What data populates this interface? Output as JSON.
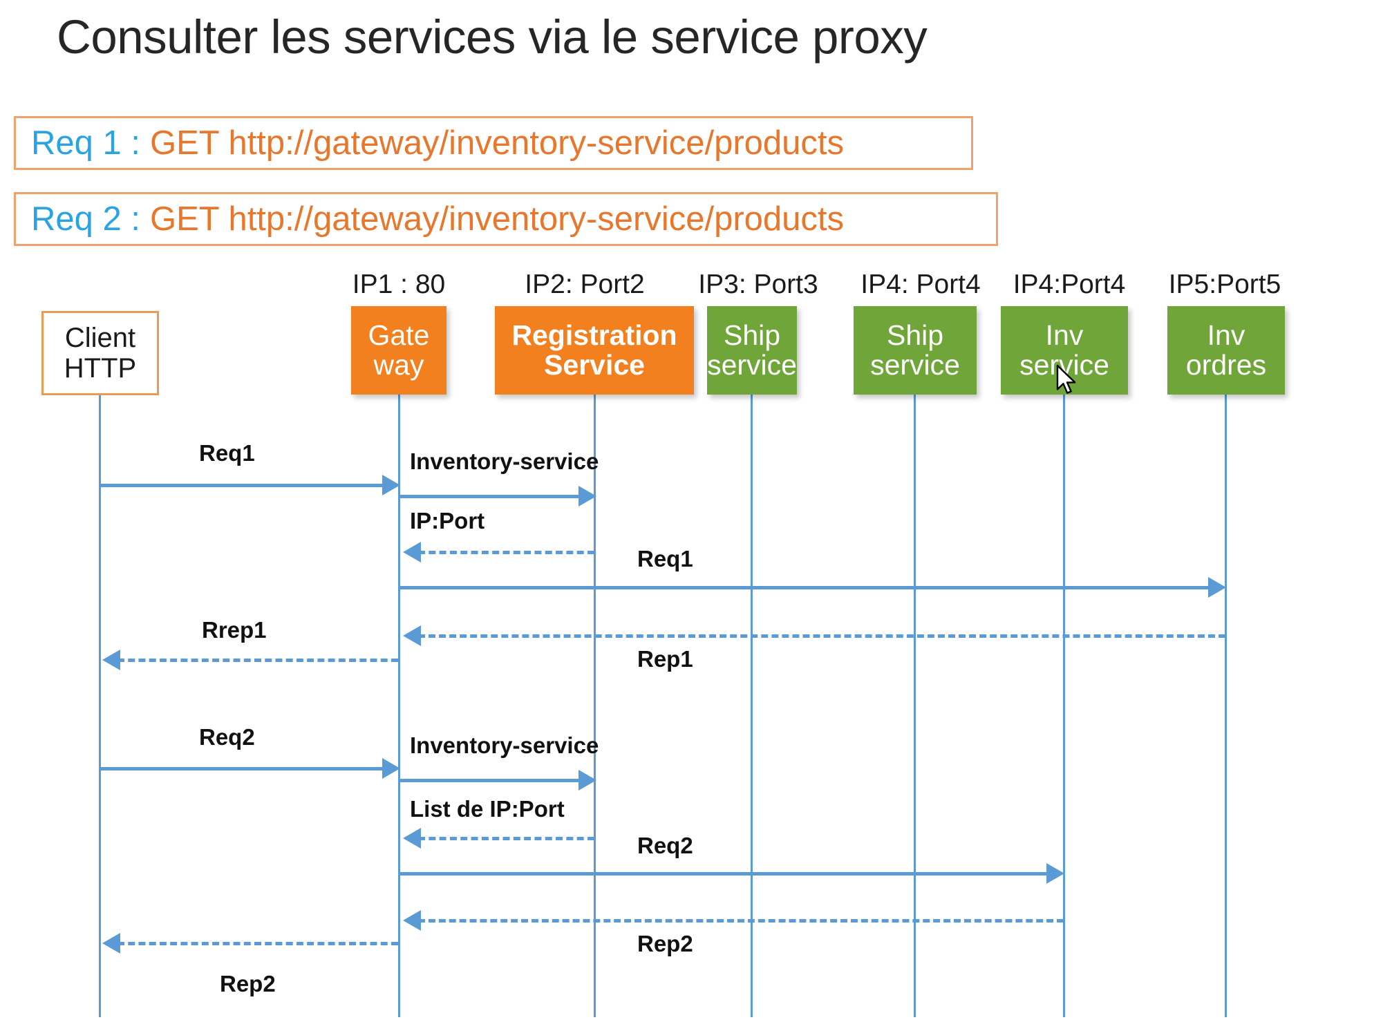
{
  "page": {
    "title": "Consulter les services via le service proxy"
  },
  "requests": [
    {
      "id": "req-1",
      "lead": "Req 1 :",
      "url": "GET http://gateway/inventory-service/products"
    },
    {
      "id": "req-2",
      "lead": "Req 2 :",
      "url": "GET http://gateway/inventory-service/products"
    }
  ],
  "colors": {
    "orange": "#F2801F",
    "green": "#6FA539",
    "blue_line": "#5B9BD5",
    "req_lead": "#29A3E3",
    "req_url": "#E8762B",
    "box_border": "#EFA26B"
  },
  "participants": [
    {
      "key": "client",
      "address": "",
      "line1": "Client",
      "line2": "HTTP",
      "style": "outline",
      "bold": false
    },
    {
      "key": "gateway",
      "address": "IP1 : 80",
      "line1": "Gate",
      "line2": "way",
      "style": "orange",
      "bold": false
    },
    {
      "key": "registry",
      "address": "IP2: Port2",
      "line1": "Registration",
      "line2": "Service",
      "style": "orange",
      "bold": true
    },
    {
      "key": "ship3",
      "address": "IP3: Port3",
      "line1": "Ship",
      "line2": "service",
      "style": "green",
      "bold": false
    },
    {
      "key": "ship4",
      "address": "IP4: Port4",
      "line1": "Ship",
      "line2": "service",
      "style": "green",
      "bold": false
    },
    {
      "key": "inv4",
      "address": "IP4:Port4",
      "line1": "Inv",
      "line2": "service",
      "style": "green",
      "bold": false
    },
    {
      "key": "inv5",
      "address": "IP5:Port5",
      "line1": "Inv",
      "line2": "ordres",
      "style": "green",
      "bold": false
    }
  ],
  "messages": [
    {
      "id": "m1",
      "label": "Req1",
      "from": "client",
      "to": "gateway",
      "dir": "right",
      "dashed": false
    },
    {
      "id": "m2",
      "label": "Inventory-service",
      "from": "gateway",
      "to": "registry",
      "dir": "right",
      "dashed": false
    },
    {
      "id": "m3",
      "label": "IP:Port",
      "from": "registry",
      "to": "gateway",
      "dir": "left",
      "dashed": true
    },
    {
      "id": "m4",
      "label": "Req1",
      "from": "gateway",
      "to": "inv5",
      "dir": "right",
      "dashed": false
    },
    {
      "id": "m5",
      "label": "Rep1",
      "from": "inv5",
      "to": "gateway",
      "dir": "left",
      "dashed": true
    },
    {
      "id": "m6",
      "label": "Rrep1",
      "from": "gateway",
      "to": "client",
      "dir": "left",
      "dashed": true
    },
    {
      "id": "m7",
      "label": "Req2",
      "from": "client",
      "to": "gateway",
      "dir": "right",
      "dashed": false
    },
    {
      "id": "m8",
      "label": "Inventory-service",
      "from": "gateway",
      "to": "registry",
      "dir": "right",
      "dashed": false
    },
    {
      "id": "m9",
      "label": "List de IP:Port",
      "from": "registry",
      "to": "gateway",
      "dir": "left",
      "dashed": true
    },
    {
      "id": "m10",
      "label": "Req2",
      "from": "gateway",
      "to": "inv4",
      "dir": "right",
      "dashed": false
    },
    {
      "id": "m11",
      "label": "Rep2",
      "from": "inv4",
      "to": "gateway",
      "dir": "left",
      "dashed": true
    },
    {
      "id": "m12",
      "label": "Rep2",
      "from": "gateway",
      "to": "client",
      "dir": "left",
      "dashed": true
    }
  ],
  "cursor": {
    "name": "mouse-pointer",
    "over": "inv4"
  }
}
